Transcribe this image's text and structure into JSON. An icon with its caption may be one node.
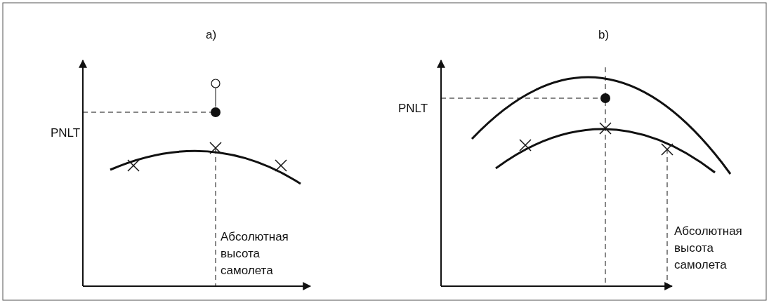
{
  "diagram": {
    "labels": [
      "a)",
      "PNLT",
      "Абсолютная высота самолета",
      "b)",
      "PNLT",
      "Абсолютная высота самолета"
    ]
  }
}
